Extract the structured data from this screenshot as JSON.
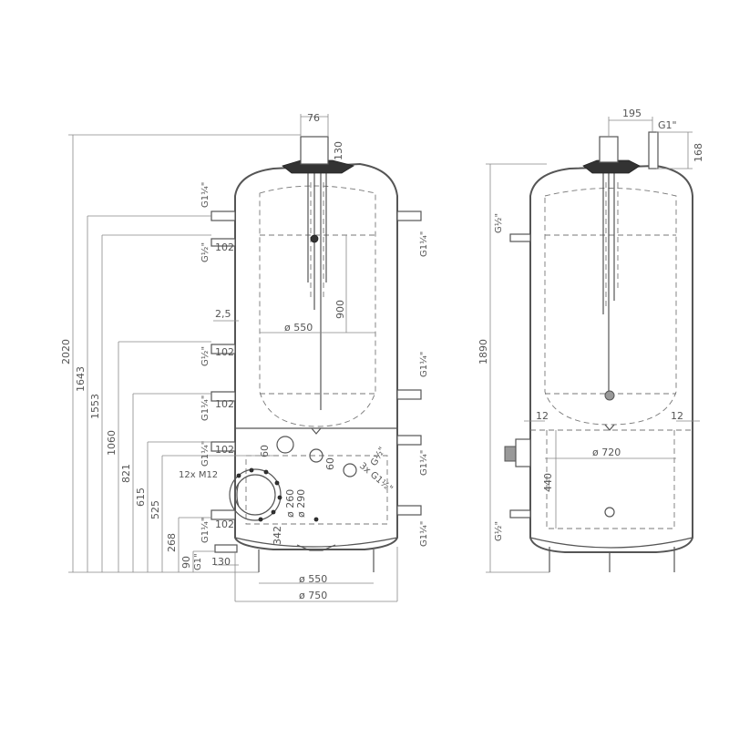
{
  "left_view": {
    "dims": {
      "top_pipe_width": "76",
      "top_pipe_height": "130",
      "total_height": "2020",
      "h1643": "1643",
      "h1553": "1553",
      "h1060": "1060",
      "h821": "821",
      "h615": "615",
      "h525": "525",
      "h268": "268",
      "h90": "90",
      "wall": "2,5",
      "coil_len": "900",
      "coil_dia": "ø 550",
      "bottom_dia_inner": "ø 550",
      "bottom_dia_outer": "ø 750",
      "flange_inner": "ø 260",
      "flange_outer": "ø 290",
      "h342": "342",
      "d60a": "60",
      "d60b": "60",
      "pipe_len": "102",
      "bottom_pipe": "130"
    },
    "labels": {
      "g114_top_left": "G1¼\"",
      "g12_left": "G½\"",
      "g114_right_top": "G1¼\"",
      "g12_mid_left": "G½\"",
      "g114_mid_left": "G1¼\"",
      "g114_right_mid": "G1¼\"",
      "g114_lower_left": "G1¼\"",
      "g12_diag": "G½\"",
      "three_x": "3x G1½\"",
      "twelve_m12": "12x M12",
      "g114_right_low": "G1¼\"",
      "g114_bottom_left": "G1¼\"",
      "g1_bottom": "G1\"",
      "g114_right_bottom": "G1¼\""
    }
  },
  "right_view": {
    "dims": {
      "offset": "195",
      "connector": "G1\"",
      "connector_h": "168",
      "total_height": "1890",
      "wall_left": "12",
      "wall_right": "12",
      "inner_dia": "ø 720",
      "lower_h": "440"
    },
    "labels": {
      "g12_top": "G½\"",
      "g12_bottom": "G½\""
    }
  }
}
